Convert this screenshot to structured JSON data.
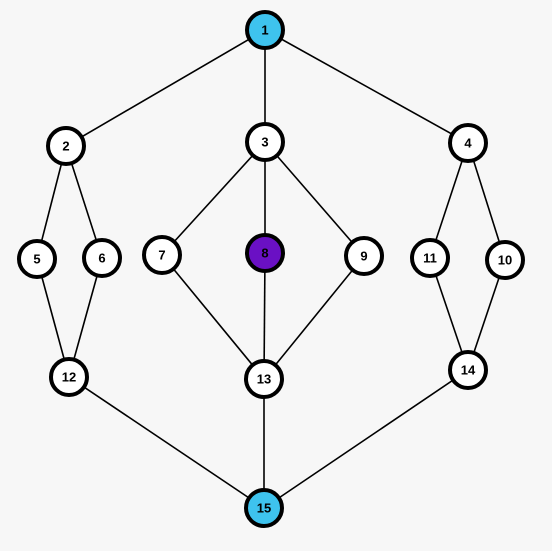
{
  "graph": {
    "colors": {
      "background": "#f7f7f7",
      "node_fill": "#ffffff",
      "node_stroke": "#000000",
      "edge": "#000000",
      "source_sink_fill": "#3ec3ee",
      "highlight_fill": "#6a10c4",
      "label": "#000000"
    },
    "nodes": [
      {
        "id": "1",
        "label": "1",
        "style": "source_sink"
      },
      {
        "id": "2",
        "label": "2",
        "style": "default"
      },
      {
        "id": "3",
        "label": "3",
        "style": "default"
      },
      {
        "id": "4",
        "label": "4",
        "style": "default"
      },
      {
        "id": "5",
        "label": "5",
        "style": "default"
      },
      {
        "id": "6",
        "label": "6",
        "style": "default"
      },
      {
        "id": "7",
        "label": "7",
        "style": "default"
      },
      {
        "id": "8",
        "label": "8",
        "style": "highlight"
      },
      {
        "id": "9",
        "label": "9",
        "style": "default"
      },
      {
        "id": "11",
        "label": "11",
        "style": "default"
      },
      {
        "id": "10",
        "label": "10",
        "style": "default"
      },
      {
        "id": "12",
        "label": "12",
        "style": "default"
      },
      {
        "id": "13",
        "label": "13",
        "style": "default"
      },
      {
        "id": "14",
        "label": "14",
        "style": "default"
      },
      {
        "id": "15",
        "label": "15",
        "style": "source_sink"
      }
    ],
    "edges": [
      [
        "1",
        "2"
      ],
      [
        "1",
        "3"
      ],
      [
        "1",
        "4"
      ],
      [
        "2",
        "5"
      ],
      [
        "2",
        "6"
      ],
      [
        "3",
        "7"
      ],
      [
        "3",
        "8"
      ],
      [
        "3",
        "9"
      ],
      [
        "4",
        "11"
      ],
      [
        "4",
        "10"
      ],
      [
        "5",
        "12"
      ],
      [
        "6",
        "12"
      ],
      [
        "7",
        "13"
      ],
      [
        "8",
        "13"
      ],
      [
        "9",
        "13"
      ],
      [
        "11",
        "14"
      ],
      [
        "10",
        "14"
      ],
      [
        "12",
        "15"
      ],
      [
        "13",
        "15"
      ],
      [
        "14",
        "15"
      ]
    ]
  }
}
